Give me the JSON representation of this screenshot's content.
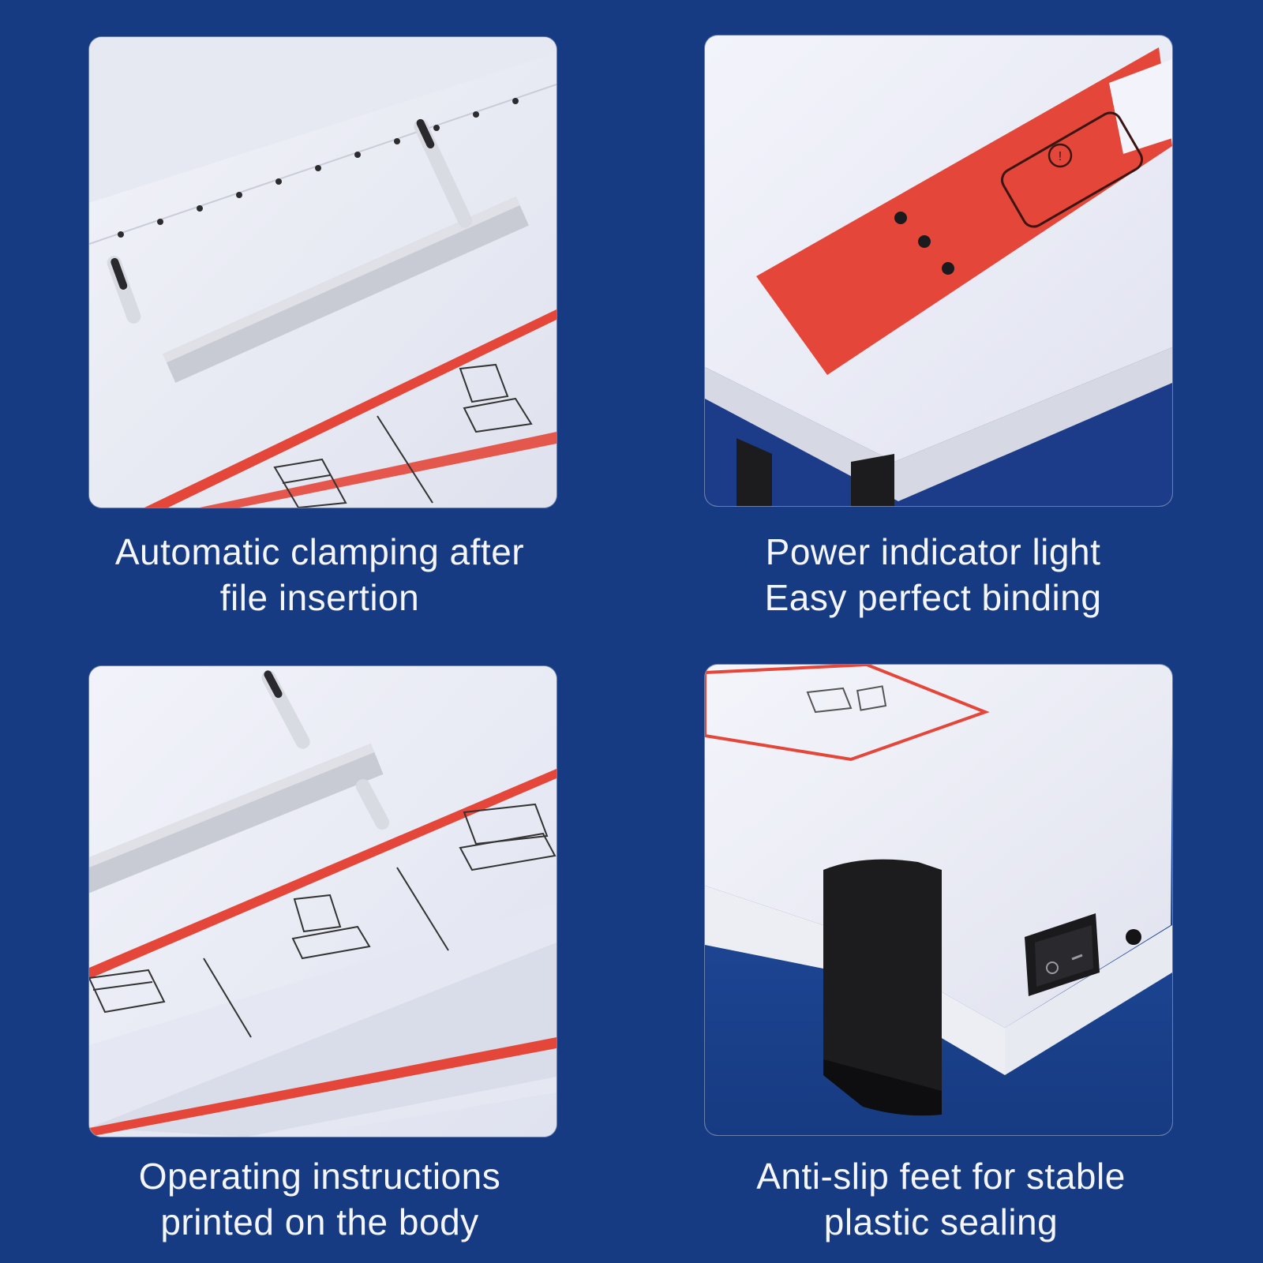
{
  "captions": [
    {
      "line1": "Automatic clamping after",
      "line2": "file insertion"
    },
    {
      "line1": "Power indicator light",
      "line2": "Easy perfect binding"
    },
    {
      "line1": "Operating instructions",
      "line2": "printed on the body"
    },
    {
      "line1": "Anti-slip feet for stable",
      "line2": "plastic sealing"
    }
  ],
  "colors": {
    "background": "#173b82",
    "device_body": "#eceef6",
    "accent_red": "#e4473a",
    "rubber_feet": "#1c1c1e",
    "caption_text": "#f4f6fb"
  },
  "panels": [
    {
      "icon": "clamp-bar-icon"
    },
    {
      "icon": "power-indicator-icon"
    },
    {
      "icon": "instruction-diagram-icon"
    },
    {
      "icon": "rocker-switch-icon"
    }
  ]
}
